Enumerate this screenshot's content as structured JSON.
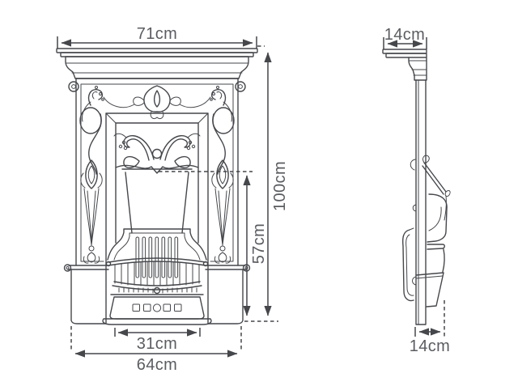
{
  "diagram": {
    "front_view": {
      "dimensions": {
        "mantel_width": "71cm",
        "overall_height": "100cm",
        "opening_height": "57cm",
        "grate_width": "31cm",
        "base_width": "64cm"
      }
    },
    "side_view": {
      "dimensions": {
        "shelf_depth": "14cm",
        "base_depth": "14cm"
      }
    },
    "colors": {
      "background": "#ffffff",
      "line": "#45474b",
      "text": "#5a5c60"
    }
  }
}
